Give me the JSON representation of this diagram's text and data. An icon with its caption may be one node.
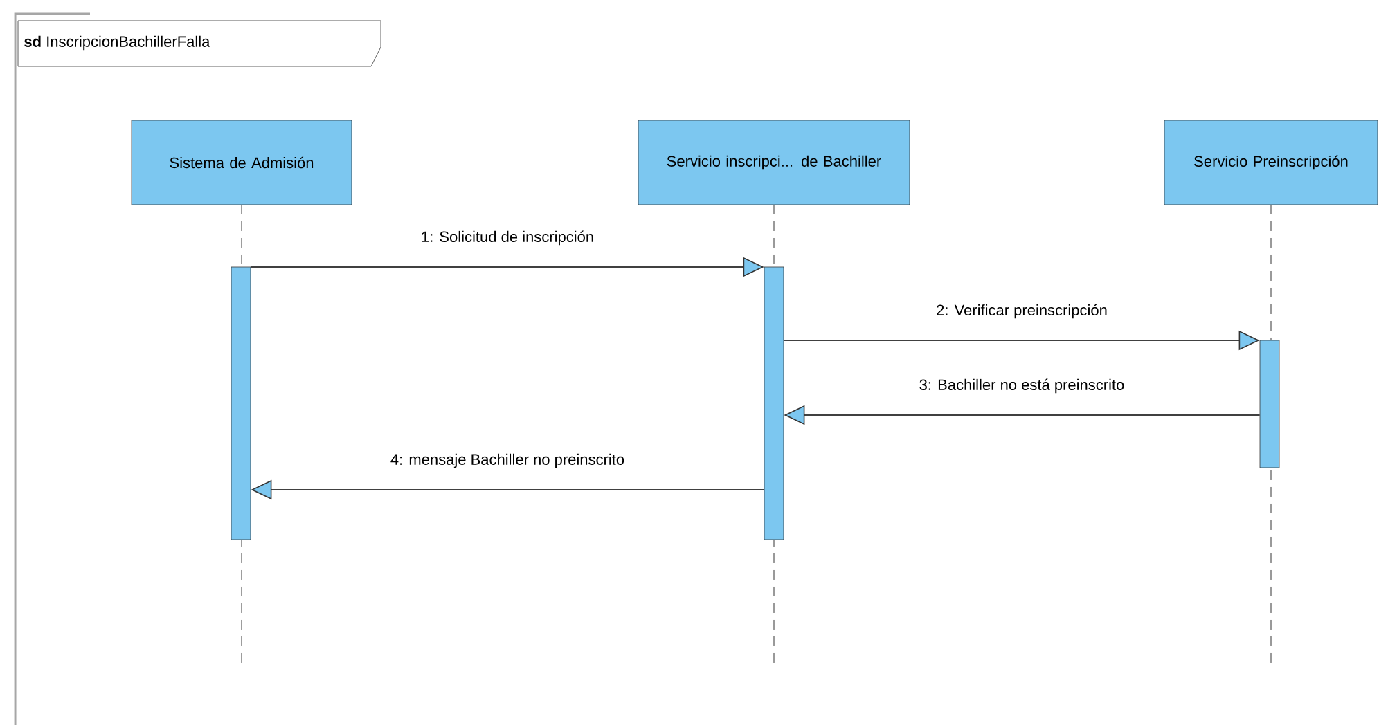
{
  "diagram": {
    "title": "**sd** InscripcionBachillerFalla",
    "nodes": [
      {
        "text": [
          "Sistema de Admisión"
        ]
      },
      {
        "text": [
          "Servicio inscripci... de Bachiller"
        ]
      },
      {
        "text": [
          "Servicio Preinscripción"
        ]
      },
      {
        "text": [],
        "shape": "bar"
      },
      {
        "text": [],
        "shape": "bar"
      },
      {
        "text": [],
        "shape": "bar"
      }
    ],
    "edges": [
      {
        "from": 3,
        "to": 4,
        "arrow": "to",
        "label": "1: Solicitud de inscripción"
      },
      {
        "from": 4,
        "to": 5,
        "arrow": "to",
        "label": "2: Verificar preinscripción"
      },
      {
        "from": 5,
        "to": 4,
        "arrow": "to",
        "label": "3: Bachiller no está preinscrito"
      },
      {
        "from": 4,
        "to": 3,
        "arrow": "to",
        "label": "4: mensaje Bachiller no preinscrito"
      }
    ]
  }
}
